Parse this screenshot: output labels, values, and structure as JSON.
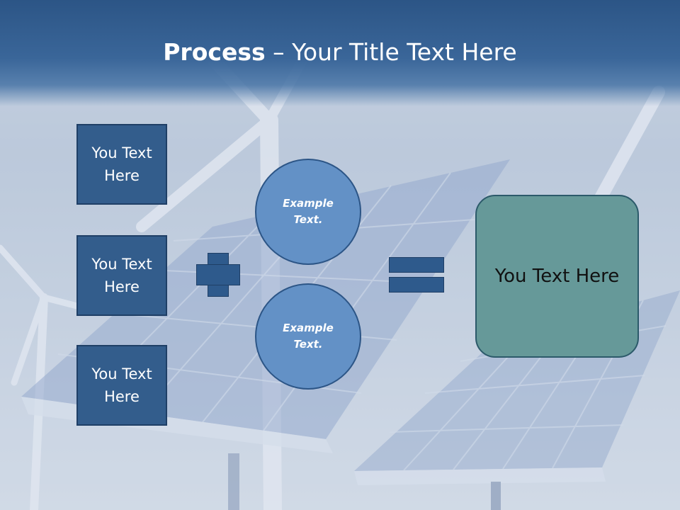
{
  "slide": {
    "title_bold": "Process",
    "title_rest": " – Your Title Text Here",
    "left_boxes": [
      {
        "label": "You Text Here"
      },
      {
        "label": "You Text Here"
      },
      {
        "label": "You Text Here"
      }
    ],
    "circles": [
      {
        "label": "Example Text."
      },
      {
        "label": "Example Text."
      }
    ],
    "result_label": "You Text Here"
  },
  "colors": {
    "header": "#2c5586",
    "box_fill": "#335d8c",
    "circle_fill": "#6391c6",
    "operator_fill": "#2e5a8c",
    "result_fill": "#669999"
  },
  "icons": [
    "plus-sign",
    "equals-sign"
  ]
}
